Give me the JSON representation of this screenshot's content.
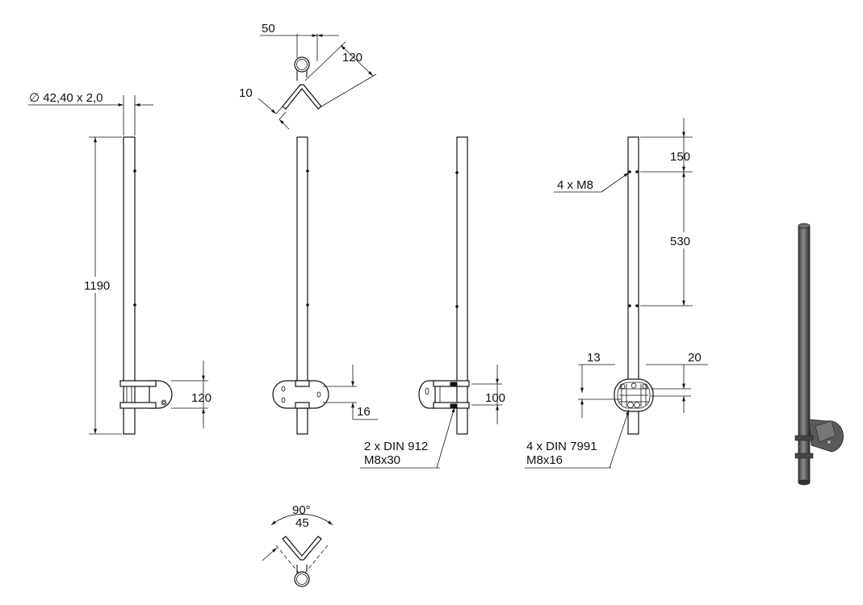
{
  "drawing": {
    "dimensions": {
      "tube_diameter": "∅ 42,40 x 2,0",
      "height": "1190",
      "top_offset": "50",
      "plate_length": "120",
      "plate_thickness": "10",
      "clamp_spacing_front": "120",
      "clamp_offset": "16",
      "clamp_spacing_side": "100",
      "screw_top_offset": "150",
      "screw_spacing": "530",
      "base_offset_left": "13",
      "base_offset_right": "20",
      "angle": "90°",
      "angle_half": "45"
    },
    "callouts": {
      "thread": "4 x M8",
      "screw_912_line1": "2 x DIN 912",
      "screw_912_line2": "M8x30",
      "screw_7991_line1": "4 x DIN 7991",
      "screw_7991_line2": "M8x16"
    }
  }
}
